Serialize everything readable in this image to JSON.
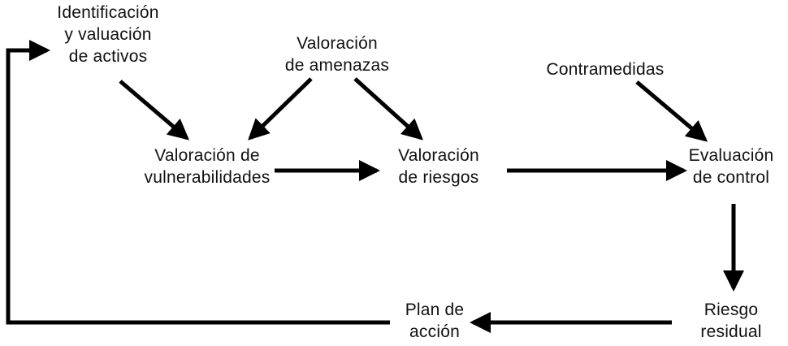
{
  "nodes": {
    "activos": {
      "line1": "Identificación",
      "line2": "y valuación",
      "line3": "de activos"
    },
    "amenazas": {
      "line1": "Valoración",
      "line2": "de amenazas"
    },
    "contramedidas": {
      "line1": "Contramedidas"
    },
    "vulnerabilidades": {
      "line1": "Valoración de",
      "line2": "vulnerabilidades"
    },
    "riesgos": {
      "line1": "Valoración",
      "line2": "de riesgos"
    },
    "control": {
      "line1": "Evaluación",
      "line2": "de control"
    },
    "residual": {
      "line1": "Riesgo",
      "line2": "residual"
    },
    "plan": {
      "line1": "Plan de",
      "line2": "acción"
    }
  },
  "colors": {
    "arrow": "#000000",
    "text": "#111111",
    "background": "#ffffff"
  }
}
